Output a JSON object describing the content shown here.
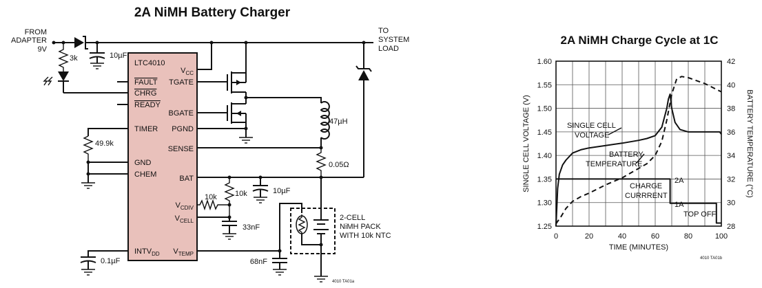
{
  "schematic": {
    "title": "2A NiMH Battery Charger",
    "ic_name": "LTC4010",
    "figure_code": "4010 TA01a",
    "input_label": [
      "FROM",
      "ADAPTER",
      "9V"
    ],
    "output_label": [
      "TO",
      "SYSTEM",
      "LOAD"
    ],
    "pins_left": {
      "fault": "FAULT",
      "chrg": "CHRG",
      "ready": "READY",
      "timer": "TIMER",
      "gnd": "GND",
      "chem": "CHEM",
      "intvdd": "INTV",
      "intvdd_sub": "DD"
    },
    "pins_right": {
      "vcc": "V",
      "vcc_sub": "CC",
      "tgate": "TGATE",
      "bgate": "BGATE",
      "pgnd": "PGND",
      "sense": "SENSE",
      "bat": "BAT",
      "vcdiv": "V",
      "vcdiv_sub": "CDIV",
      "vcell": "V",
      "vcell_sub": "CELL",
      "vtemp": "V",
      "vtemp_sub": "TEMP"
    },
    "components": {
      "r_3k": "3k",
      "c_in": "10µF",
      "r_timer": "49.9k",
      "l_47": "47µH",
      "r_sense": "0.05Ω",
      "r_10k_a": "10k",
      "r_10k_b": "10k",
      "c_bat": "10µF",
      "c_33n": "33nF",
      "c_68n": "68nF",
      "c_01u": "0.1µF",
      "pack": [
        "2-CELL",
        "NiMH PACK",
        "WITH 10k NTC"
      ]
    }
  },
  "chart": {
    "chart_data": {
      "type": "line",
      "title": "2A NiMH Charge Cycle at 1C",
      "xlabel": "TIME (MINUTES)",
      "ylabel": "SINGLE CELL VOLTAGE (V)",
      "y2label": "BATTERY TEMPERATURE (°C)",
      "xlim": [
        0,
        100
      ],
      "ylim": [
        1.25,
        1.6
      ],
      "y2lim": [
        28,
        42
      ],
      "x_ticks": [
        0,
        20,
        40,
        60,
        80,
        100
      ],
      "y_ticks": [
        "1.25",
        "1.30",
        "1.35",
        "1.40",
        "1.45",
        "1.50",
        "1.55",
        "1.60"
      ],
      "y2_ticks": [
        "28",
        "30",
        "32",
        "34",
        "36",
        "38",
        "40",
        "42"
      ],
      "grid": true,
      "series": [
        {
          "name": "SINGLE CELL VOLTAGE",
          "style": "solid",
          "axis": "left",
          "x": [
            0,
            1,
            2,
            4,
            6,
            10,
            15,
            20,
            30,
            40,
            50,
            55,
            60,
            64,
            67,
            68,
            69,
            70,
            72,
            75,
            80,
            90,
            99,
            100
          ],
          "y": [
            1.25,
            1.33,
            1.36,
            1.38,
            1.39,
            1.405,
            1.412,
            1.416,
            1.421,
            1.426,
            1.432,
            1.436,
            1.442,
            1.46,
            1.5,
            1.52,
            1.53,
            1.5,
            1.47,
            1.455,
            1.45,
            1.45,
            1.45,
            1.445
          ]
        },
        {
          "name": "BATTERY TEMPERATURE",
          "style": "dashed",
          "axis": "right",
          "x": [
            0,
            3,
            6,
            10,
            15,
            20,
            30,
            40,
            50,
            55,
            60,
            64,
            67,
            70,
            73,
            76,
            80,
            90,
            100
          ],
          "y": [
            28.2,
            28.8,
            29.5,
            30.1,
            30.5,
            30.8,
            31.5,
            32.1,
            32.9,
            33.3,
            34.0,
            35.2,
            37.0,
            39.2,
            40.5,
            40.7,
            40.6,
            40.1,
            39.4
          ]
        },
        {
          "name": "CHARGE CURRENT",
          "style": "solid",
          "axis": "left",
          "x": [
            0,
            69,
            69,
            97,
            97,
            100
          ],
          "y": [
            1.35,
            1.35,
            1.2985,
            1.2985,
            1.2565,
            1.2565
          ]
        }
      ],
      "annotations": [
        {
          "text": [
            "SINGLE CELL",
            "VOLTAGE"
          ]
        },
        {
          "text": [
            "BATTERY",
            "TEMPERATURE"
          ]
        },
        {
          "text": [
            "CHARGE",
            "CURRRENT"
          ]
        },
        {
          "text": [
            "2A"
          ]
        },
        {
          "text": [
            "1A"
          ]
        },
        {
          "text": [
            "TOP OFF"
          ]
        }
      ],
      "figure_code": "4010 TA01b"
    }
  }
}
